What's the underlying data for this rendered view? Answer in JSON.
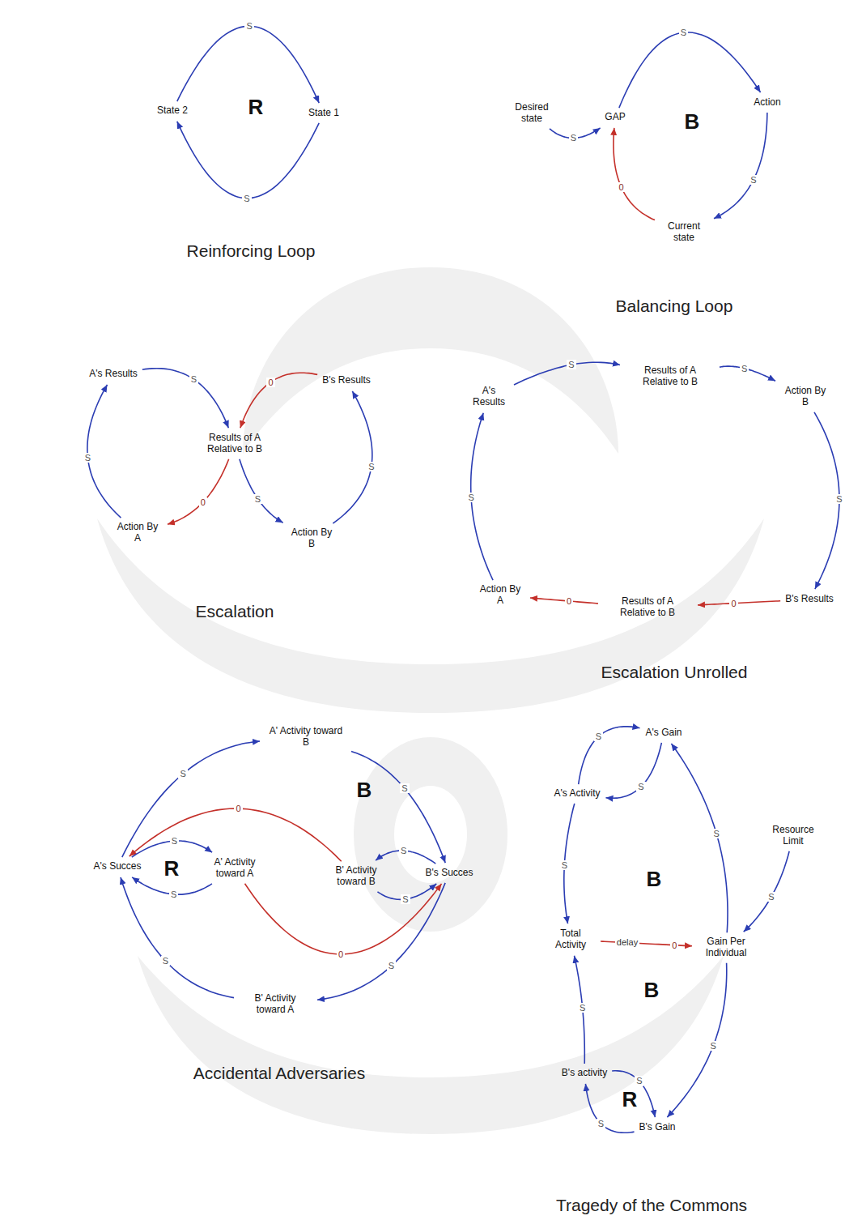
{
  "diagram": {
    "nodes": [
      {
        "text": [
          "State 2"
        ]
      },
      {
        "text": [
          "State 1"
        ]
      },
      {
        "text": [
          "Desired state"
        ]
      },
      {
        "text": [
          "GAP"
        ]
      },
      {
        "text": [
          "Action"
        ]
      },
      {
        "text": [
          "Current state"
        ]
      },
      {
        "text": [
          "A's Results"
        ]
      },
      {
        "text": [
          "B's Results"
        ]
      },
      {
        "text": [
          "Results of A Relative to B"
        ]
      },
      {
        "text": [
          "Action By A"
        ]
      },
      {
        "text": [
          "Action By B"
        ]
      },
      {
        "text": [
          "A's Results"
        ]
      },
      {
        "text": [
          "Results of A Relative to B"
        ]
      },
      {
        "text": [
          "Action By B"
        ]
      },
      {
        "text": [
          "B's Results"
        ]
      },
      {
        "text": [
          "Results of A Relative to B"
        ]
      },
      {
        "text": [
          "Action By A"
        ]
      },
      {
        "text": [
          "A' Activity toward B"
        ]
      },
      {
        "text": [
          "A's Succes"
        ]
      },
      {
        "text": [
          "A' Activity toward A"
        ]
      },
      {
        "text": [
          "B' Activity toward B"
        ]
      },
      {
        "text": [
          "B's Succes"
        ]
      },
      {
        "text": [
          "B' Activity toward A"
        ]
      },
      {
        "text": [
          "A's Gain"
        ]
      },
      {
        "text": [
          "A's Activity"
        ]
      },
      {
        "text": [
          "Resource Limit"
        ]
      },
      {
        "text": [
          "Total Activity"
        ]
      },
      {
        "text": [
          "Gain Per Individual"
        ]
      },
      {
        "text": [
          "B's activity"
        ]
      },
      {
        "text": [
          "B's Gain"
        ]
      }
    ],
    "edges": [
      {
        "from": 0,
        "to": 1,
        "label": "S",
        "arrow": "to"
      },
      {
        "from": 1,
        "to": 0,
        "label": "S",
        "arrow": "to"
      },
      {
        "from": 2,
        "to": 3,
        "label": "S",
        "arrow": "to"
      },
      {
        "from": 3,
        "to": 4,
        "label": "S",
        "arrow": "to"
      },
      {
        "from": 4,
        "to": 5,
        "label": "S",
        "arrow": "to"
      },
      {
        "from": 5,
        "to": 3,
        "label": "0",
        "arrow": "to"
      },
      {
        "from": 6,
        "to": 8,
        "label": "S",
        "arrow": "to"
      },
      {
        "from": 7,
        "to": 8,
        "label": "0",
        "arrow": "to"
      },
      {
        "from": 8,
        "to": 9,
        "label": "0",
        "arrow": "to"
      },
      {
        "from": 9,
        "to": 6,
        "label": "S",
        "arrow": "to"
      },
      {
        "from": 8,
        "to": 10,
        "label": "S",
        "arrow": "to"
      },
      {
        "from": 10,
        "to": 7,
        "label": "S",
        "arrow": "to"
      },
      {
        "from": 11,
        "to": 12,
        "label": "S",
        "arrow": "to"
      },
      {
        "from": 12,
        "to": 13,
        "label": "S",
        "arrow": "to"
      },
      {
        "from": 13,
        "to": 14,
        "label": "S",
        "arrow": "to"
      },
      {
        "from": 14,
        "to": 15,
        "label": "0",
        "arrow": "to"
      },
      {
        "from": 15,
        "to": 16,
        "label": "0",
        "arrow": "to"
      },
      {
        "from": 16,
        "to": 11,
        "label": "S",
        "arrow": "to"
      },
      {
        "from": 18,
        "to": 17,
        "label": "S",
        "arrow": "to"
      },
      {
        "from": 17,
        "to": 21,
        "label": "S",
        "arrow": "to"
      },
      {
        "from": 20,
        "to": 18,
        "label": "0",
        "arrow": "to"
      },
      {
        "from": 19,
        "to": 21,
        "label": "0",
        "arrow": "to"
      },
      {
        "from": 18,
        "to": 19,
        "label": "S",
        "arrow": "to"
      },
      {
        "from": 19,
        "to": 18,
        "label": "S",
        "arrow": "to"
      },
      {
        "from": 21,
        "to": 20,
        "label": "S",
        "arrow": "to"
      },
      {
        "from": 20,
        "to": 21,
        "label": "S",
        "arrow": "to"
      },
      {
        "from": 21,
        "to": 22,
        "label": "S",
        "arrow": "to"
      },
      {
        "from": 22,
        "to": 18,
        "label": "S",
        "arrow": "to"
      },
      {
        "from": 24,
        "to": 23,
        "label": "S",
        "arrow": "to"
      },
      {
        "from": 23,
        "to": 24,
        "label": "S",
        "arrow": "to"
      },
      {
        "from": 24,
        "to": 26,
        "label": "S",
        "arrow": "to"
      },
      {
        "from": 28,
        "to": 26,
        "label": "S",
        "arrow": "to"
      },
      {
        "from": 26,
        "to": 27,
        "label": "0",
        "arrow": "to"
      },
      {
        "from": 25,
        "to": 27,
        "label": "S",
        "arrow": "to"
      },
      {
        "from": 27,
        "to": 23,
        "label": "S",
        "arrow": "to"
      },
      {
        "from": 27,
        "to": 29,
        "label": "S",
        "arrow": "to"
      },
      {
        "from": 28,
        "to": 29,
        "label": "S",
        "arrow": "to"
      },
      {
        "from": 29,
        "to": 28,
        "label": "S",
        "arrow": "to"
      }
    ],
    "labels": [
      "R",
      "Reinforcing Loop",
      "B",
      "Balancing Loop",
      "Escalation",
      "Escalation Unrolled",
      "B",
      "R",
      "Accidental Adversaries",
      "B",
      "delay",
      "B",
      "R",
      "Tragedy of the Commons"
    ]
  }
}
